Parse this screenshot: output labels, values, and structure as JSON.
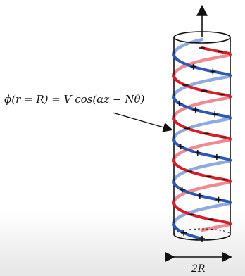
{
  "diagram": {
    "equation": "ϕ(r = R) = V cos(αz − Nθ)",
    "width_label": "2R",
    "helix": {
      "turns": 4.5,
      "strands": [
        {
          "color_front": "#d41f2c",
          "color_back": "#f08a92",
          "phase": 0
        },
        {
          "color_front": "#2f57b6",
          "color_back": "#8eaadf",
          "phase": 3.14159
        }
      ]
    },
    "colors": {
      "outline": "#111111",
      "positive_red": "#d41f2c",
      "negative_blue": "#2f57b6"
    }
  }
}
